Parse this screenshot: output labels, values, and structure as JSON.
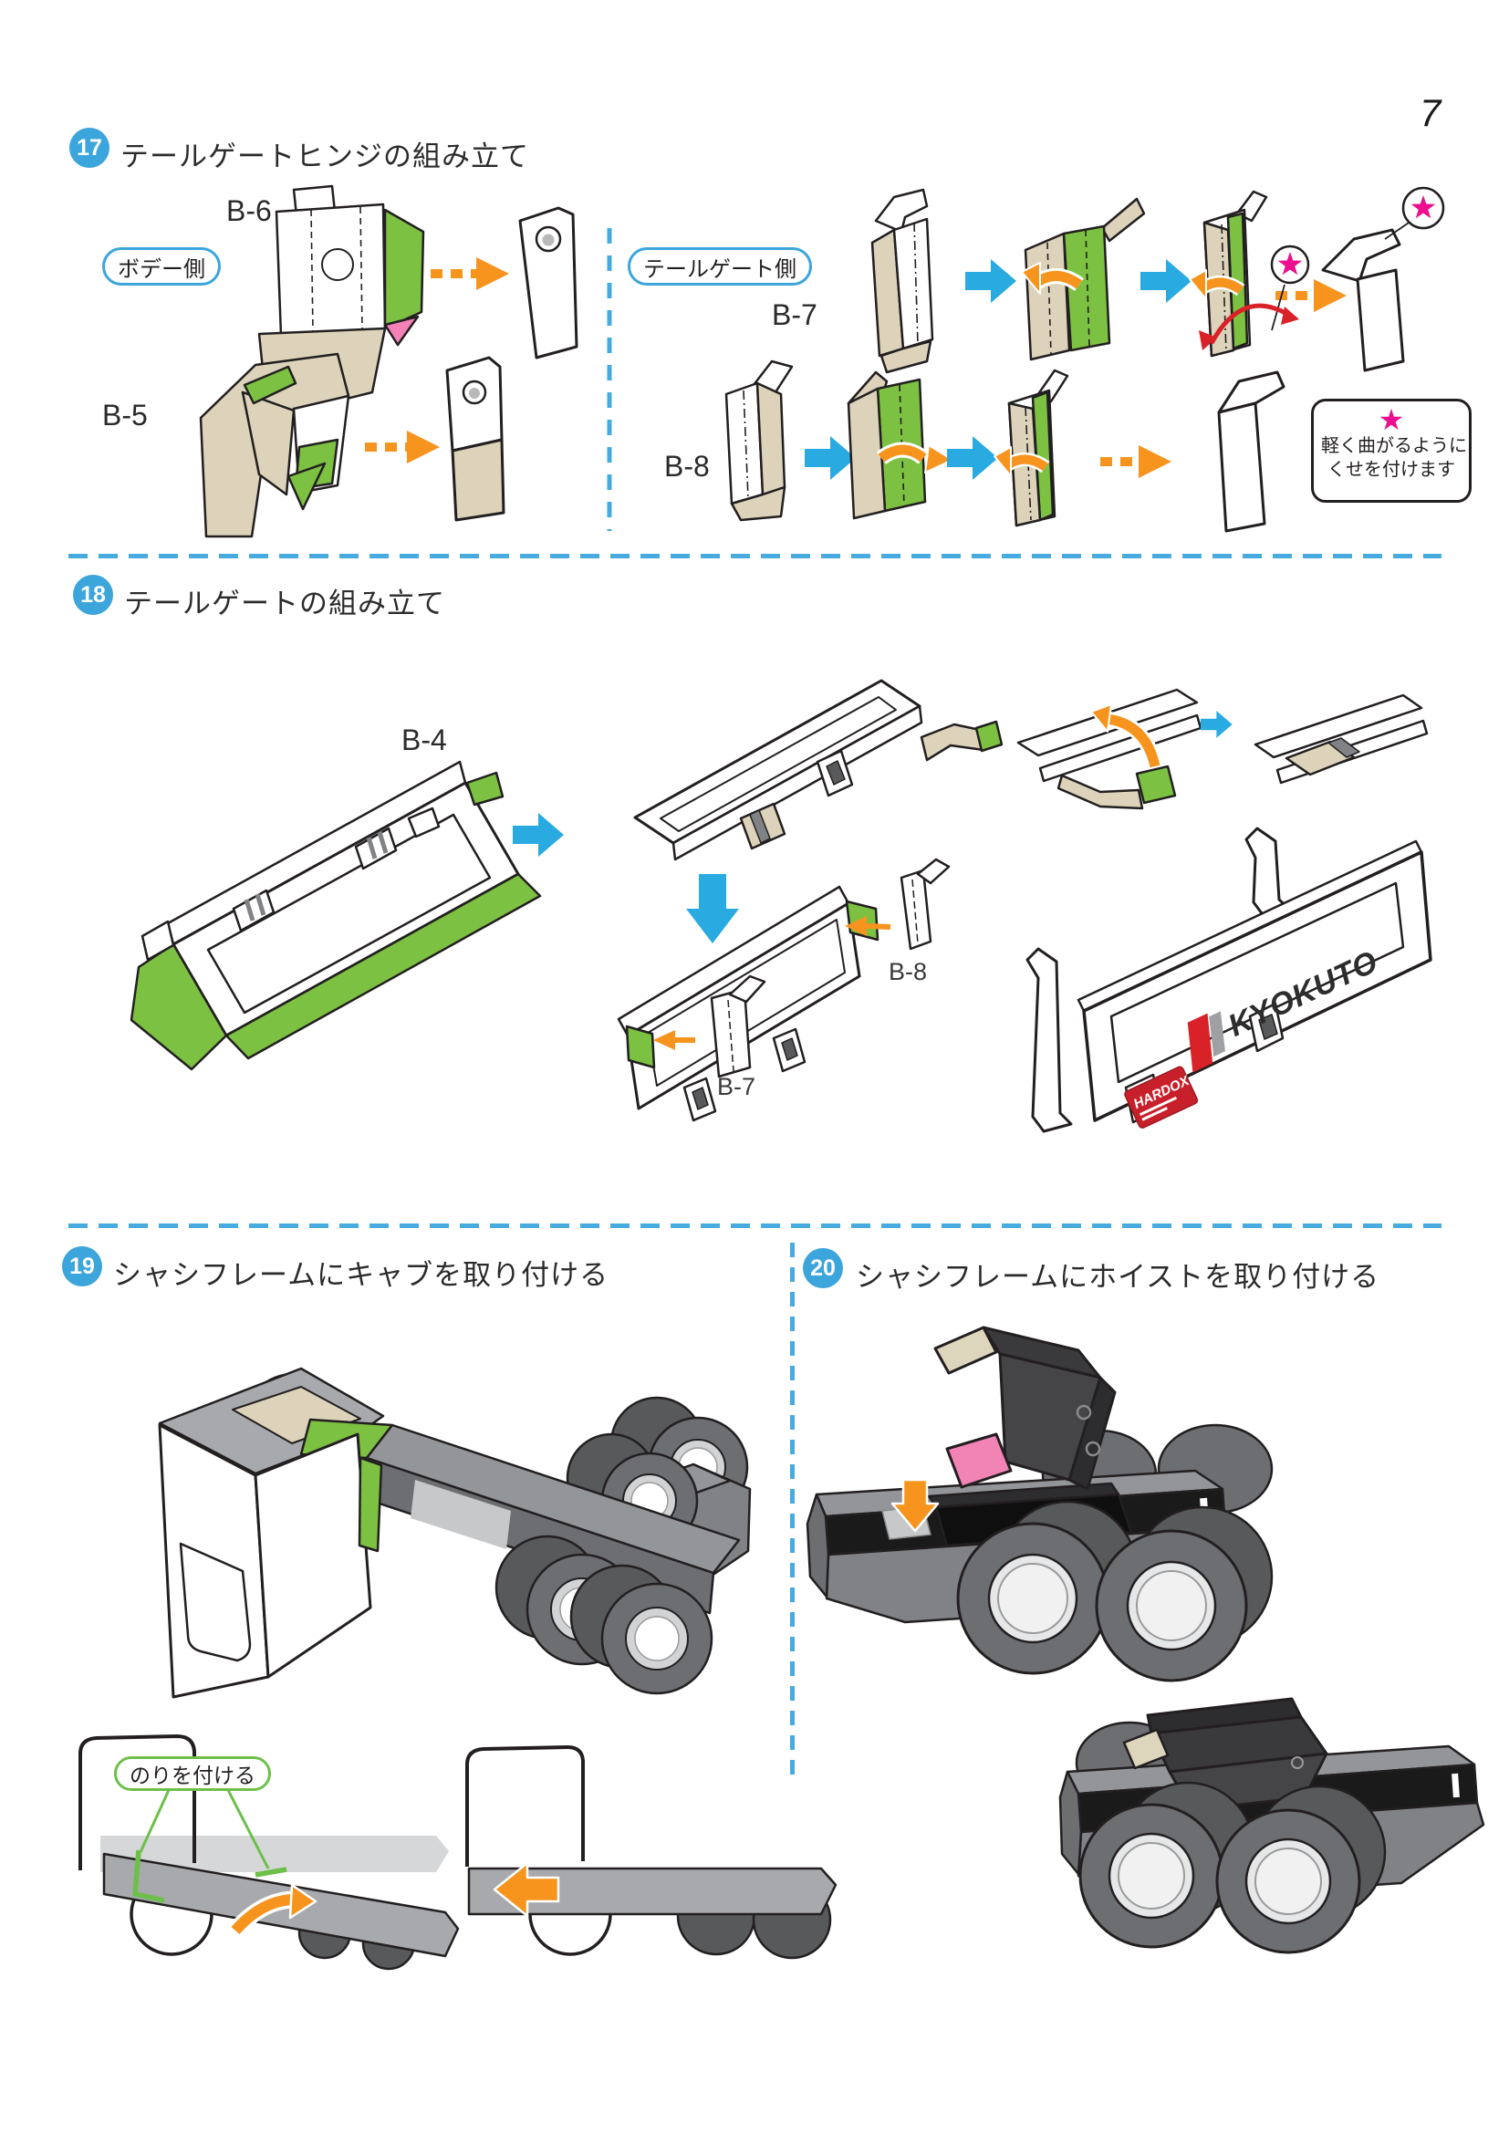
{
  "page": {
    "number": "7"
  },
  "steps": [
    {
      "number": "17",
      "title": "テールゲートヒンジの組み立て"
    },
    {
      "number": "18",
      "title": "テールゲートの組み立て"
    },
    {
      "number": "19",
      "title": "シャシフレームにキャブを取り付ける"
    },
    {
      "number": "20",
      "title": "シャシフレームにホイストを取り付ける"
    }
  ],
  "step17": {
    "body_side_label": "ボデー側",
    "tailgate_side_label": "テールゲート側",
    "parts": {
      "b5": "B-5",
      "b6": "B-6",
      "b7": "B-7",
      "b8": "B-8"
    },
    "note": {
      "line1": "軽く曲がるように",
      "line2": "くせを付けます"
    }
  },
  "step18": {
    "parts": {
      "b4": "B-4",
      "b7": "B-7",
      "b8": "B-8"
    },
    "logo_text": "KYOKUTO",
    "badge_text": "HARDOX"
  },
  "step19": {
    "glue_label": "のりを付ける"
  },
  "colors": {
    "step_blue": "#3BA5DC",
    "divider_blue": "#47ABDF",
    "arrow_blue": "#29ABE2",
    "arrow_orange": "#F7941E",
    "tab_green": "#7CC142",
    "paper_tan": "#DCD3BA",
    "star_magenta": "#EC0E8E",
    "tab_pink": "#F283B5",
    "logo_red": "#D92128",
    "frame_gray": "#808285",
    "wheel_gray": "#6D6E71",
    "outline": "#231F20"
  }
}
